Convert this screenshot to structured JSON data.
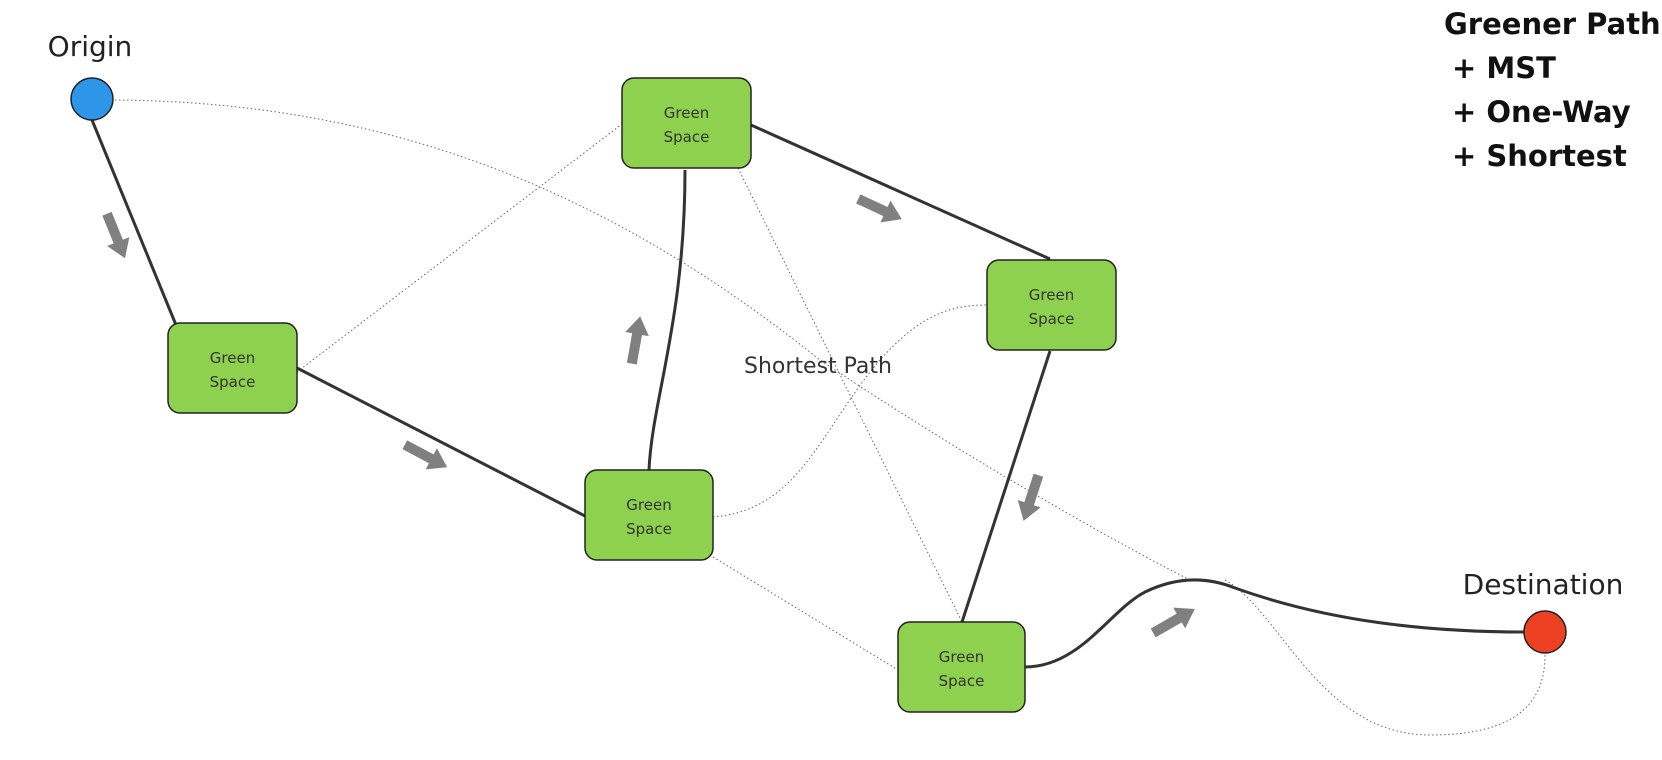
{
  "colors": {
    "green_space": "#8dd14f",
    "origin": "#2e96e8",
    "destination": "#ee4022",
    "arrow": "#808080",
    "edge": "#333333"
  },
  "terminals": {
    "origin_label": "Origin",
    "destination_label": "Destination"
  },
  "nodes": [
    {
      "line1": "Green",
      "line2": "Space"
    },
    {
      "line1": "Green",
      "line2": "Space"
    },
    {
      "line1": "Green",
      "line2": "Space"
    },
    {
      "line1": "Green",
      "line2": "Space"
    },
    {
      "line1": "Green",
      "line2": "Space"
    }
  ],
  "shortest_path_label": "Shortest Path",
  "legend": {
    "title": "Greener Path",
    "items": [
      "+ MST",
      "+ One-Way",
      "+ Shortest"
    ]
  }
}
